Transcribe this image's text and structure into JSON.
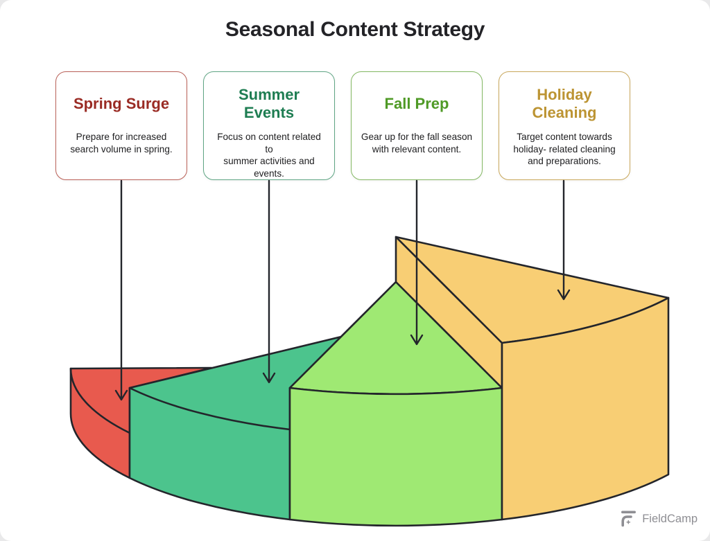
{
  "page": {
    "background": "#e9e9ea",
    "surface": "#ffffff"
  },
  "title": {
    "text": "Seasonal Content Strategy",
    "color": "#232327"
  },
  "cards": [
    {
      "heading": "Spring Surge",
      "description": "Prepare for increased\nsearch volume in spring.",
      "heading_color": "#9A2B24",
      "border_color": "#BA6158"
    },
    {
      "heading": "Summer\nEvents",
      "description": "Focus on content related to\nsummer activities and\nevents.",
      "heading_color": "#1E7D52",
      "border_color": "#5FA584"
    },
    {
      "heading": "Fall Prep",
      "description": "Gear up for the fall season\nwith relevant content.",
      "heading_color": "#4F9A26",
      "border_color": "#83B862"
    },
    {
      "heading": "Holiday\nCleaning",
      "description": "Target content towards\nholiday- related cleaning\nand preparations.",
      "heading_color": "#BC9433",
      "border_color": "#C9A85C"
    }
  ],
  "chart": {
    "type": "pie-3d",
    "outline_color": "#23252B",
    "slices": [
      {
        "label": "Spring Surge",
        "color": "#E85A4E"
      },
      {
        "label": "Summer Events",
        "color": "#4CC48D"
      },
      {
        "label": "Fall Prep",
        "color": "#9FE973"
      },
      {
        "label": "Holiday Cleaning",
        "color": "#F8CE74"
      }
    ]
  },
  "watermark": {
    "text": "FieldCamp",
    "color": "#8E8E93"
  }
}
